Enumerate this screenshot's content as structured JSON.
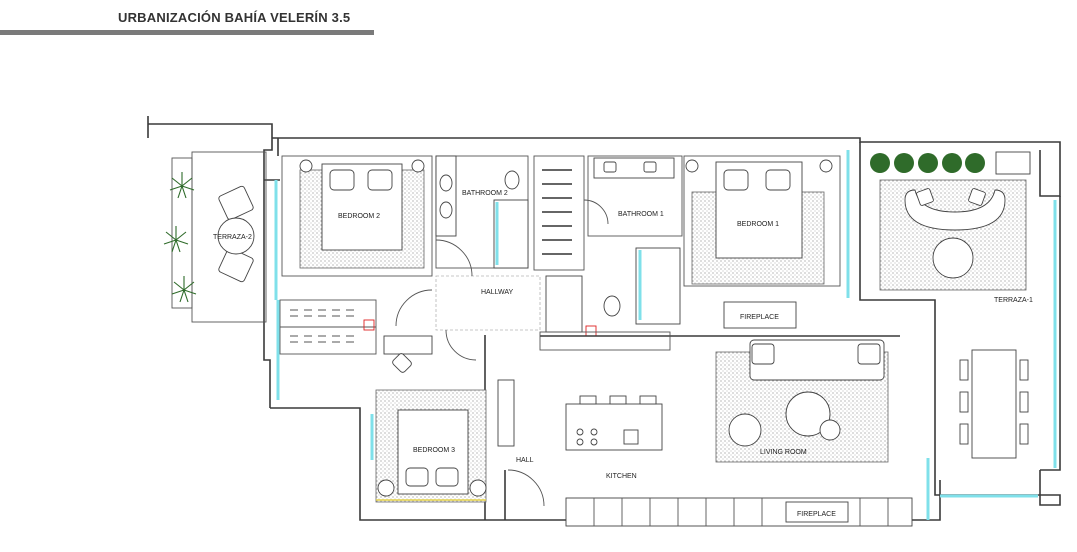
{
  "header": {
    "title": "URBANIZACIÓN BAHÍA VELERÍN 3.5"
  },
  "rooms": {
    "bedroom_2": "BEDROOM 2",
    "bathroom_2": "BATHROOM 2",
    "bathroom_1": "BATHROOM 1",
    "bedroom_1": "BEDROOM 1",
    "terraza_2": "TERRAZA-2",
    "terraza_1": "TERRAZA-1",
    "hallway": "HALLWAY",
    "bedroom_3": "BEDROOM 3",
    "hall": "HALL",
    "kitchen": "KITCHEN",
    "living_room": "LIVING ROOM",
    "fireplace_top": "FIREPLACE",
    "fireplace_bottom": "FIREPLACE"
  },
  "colors": {
    "glass": "#7fe0ea",
    "wall": "#3a3a3a",
    "plant": "#2f6b2a",
    "header_rule": "#7a7a7a"
  }
}
